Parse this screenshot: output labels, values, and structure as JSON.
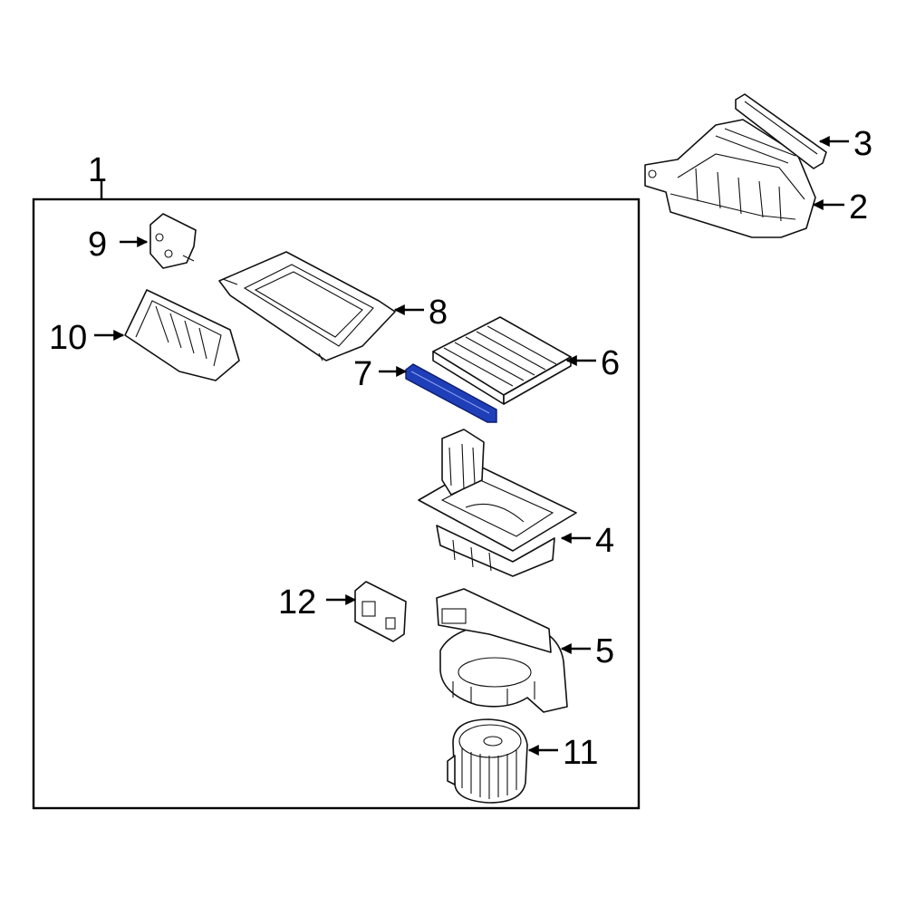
{
  "diagram": {
    "highlight_color": "#1f3fb8",
    "line_color": "#111111",
    "callouts": [
      "1",
      "2",
      "3",
      "4",
      "5",
      "6",
      "7",
      "8",
      "9",
      "10",
      "11",
      "12"
    ]
  }
}
